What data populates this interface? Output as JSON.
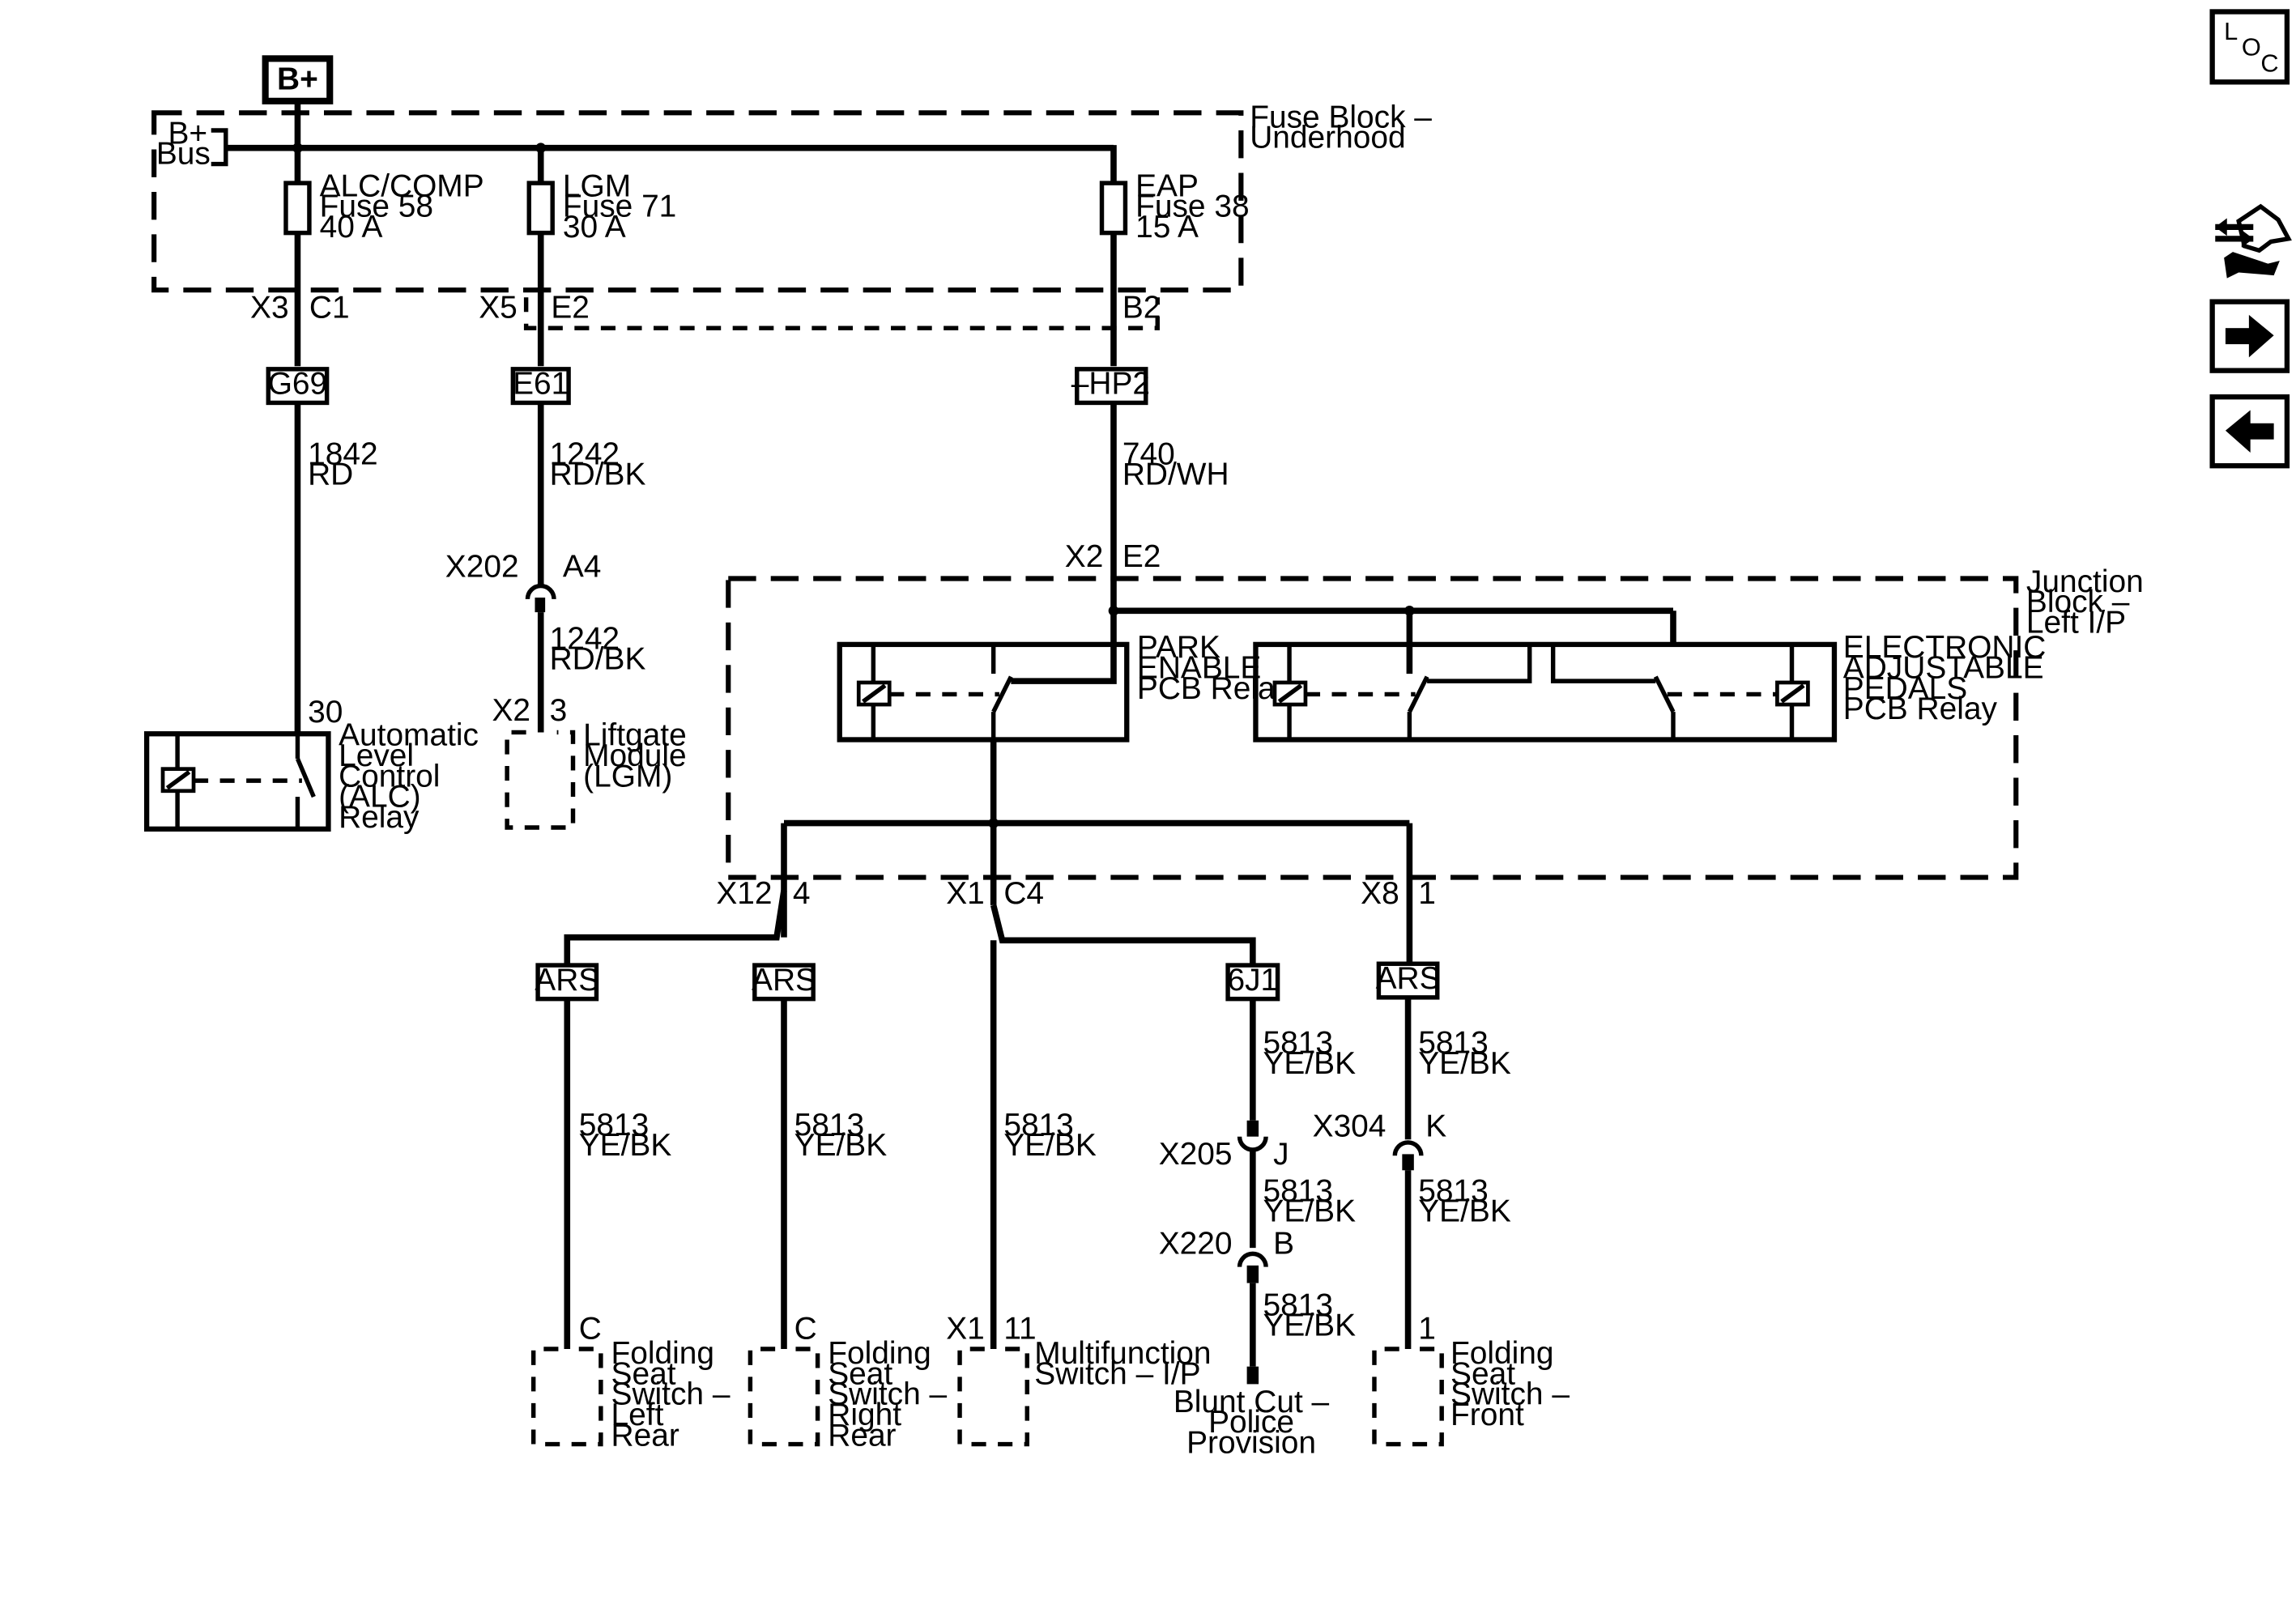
{
  "power": {
    "source": "B+",
    "bus_line1": "B+",
    "bus_line2": "Bus"
  },
  "blocks": {
    "fuse_block": [
      "Fuse Block –",
      "Underhood"
    ],
    "junction_block": [
      "Junction",
      "Block –",
      "Left I/P"
    ]
  },
  "fuses": [
    {
      "lines": [
        "ALC/COMP",
        "Fuse 58",
        "40 A"
      ]
    },
    {
      "lines": [
        "LGM",
        "Fuse 71",
        "30 A"
      ]
    },
    {
      "lines": [
        "EAP",
        "Fuse 38",
        "15 A"
      ]
    }
  ],
  "connectors": {
    "x3": "X3",
    "c1": "C1",
    "x5": "X5",
    "e2a": "E2",
    "b2": "B2",
    "x202": "X202",
    "a4": "A4",
    "x2a": "X2",
    "p3": "3",
    "x2b": "X2",
    "e2b": "E2",
    "p30": "30",
    "x12": "X12",
    "p4": "4",
    "x1a": "X1",
    "c4": "C4",
    "x8": "X8",
    "p1a": "1",
    "x205": "X205",
    "j": "J",
    "x220": "X220",
    "b": "B",
    "x304": "X304",
    "k": "K",
    "ca": "C",
    "cb": "C",
    "x1b": "X1",
    "p11": "11",
    "p1b": "1"
  },
  "splices": [
    "G69",
    "E61",
    "–HP2",
    "ARS",
    "ARS",
    "6J1",
    "ARS"
  ],
  "wires": {
    "w1842": [
      "1842",
      "RD"
    ],
    "w1242a": [
      "1242",
      "RD/BK"
    ],
    "w1242b": [
      "1242",
      "RD/BK"
    ],
    "w740": [
      "740",
      "RD/WH"
    ],
    "w5813_1": [
      "5813",
      "YE/BK"
    ],
    "w5813_2": [
      "5813",
      "YE/BK"
    ],
    "w5813_3": [
      "5813",
      "YE/BK"
    ],
    "w5813_4": [
      "5813",
      "YE/BK"
    ],
    "w5813_5": [
      "5813",
      "YE/BK"
    ],
    "w5813_6": [
      "5813",
      "YE/BK"
    ],
    "w5813_7": [
      "5813",
      "YE/BK"
    ],
    "w5813_8": [
      "5813",
      "YE/BK"
    ]
  },
  "components": {
    "alc_relay": [
      "Automatic",
      "Level",
      "Control",
      "(ALC)",
      "Relay"
    ],
    "lgm": [
      "Liftgate",
      "Module",
      "(LGM)"
    ],
    "park_relay": [
      "PARK",
      "ENABLE",
      "PCB Relay"
    ],
    "eap_relay": [
      "ELECTRONIC",
      "ADJUSTABLE",
      "PEDALS",
      "PCB Relay"
    ],
    "fs_left": [
      "Folding",
      "Seat",
      "Switch –",
      "Left",
      "Rear"
    ],
    "fs_right": [
      "Folding",
      "Seat",
      "Switch –",
      "Right",
      "Rear"
    ],
    "mfs": [
      "Multifunction",
      "Switch – I/P"
    ],
    "blunt": [
      "Blunt Cut –",
      "Police",
      "Provision"
    ],
    "fs_front": [
      "Folding",
      "Seat",
      "Switch –",
      "Front"
    ]
  },
  "sidebar": {
    "loc": [
      "L",
      "O",
      "C"
    ],
    "icons": [
      "component-view-icon",
      "next-arrow-icon",
      "previous-arrow-icon"
    ]
  }
}
